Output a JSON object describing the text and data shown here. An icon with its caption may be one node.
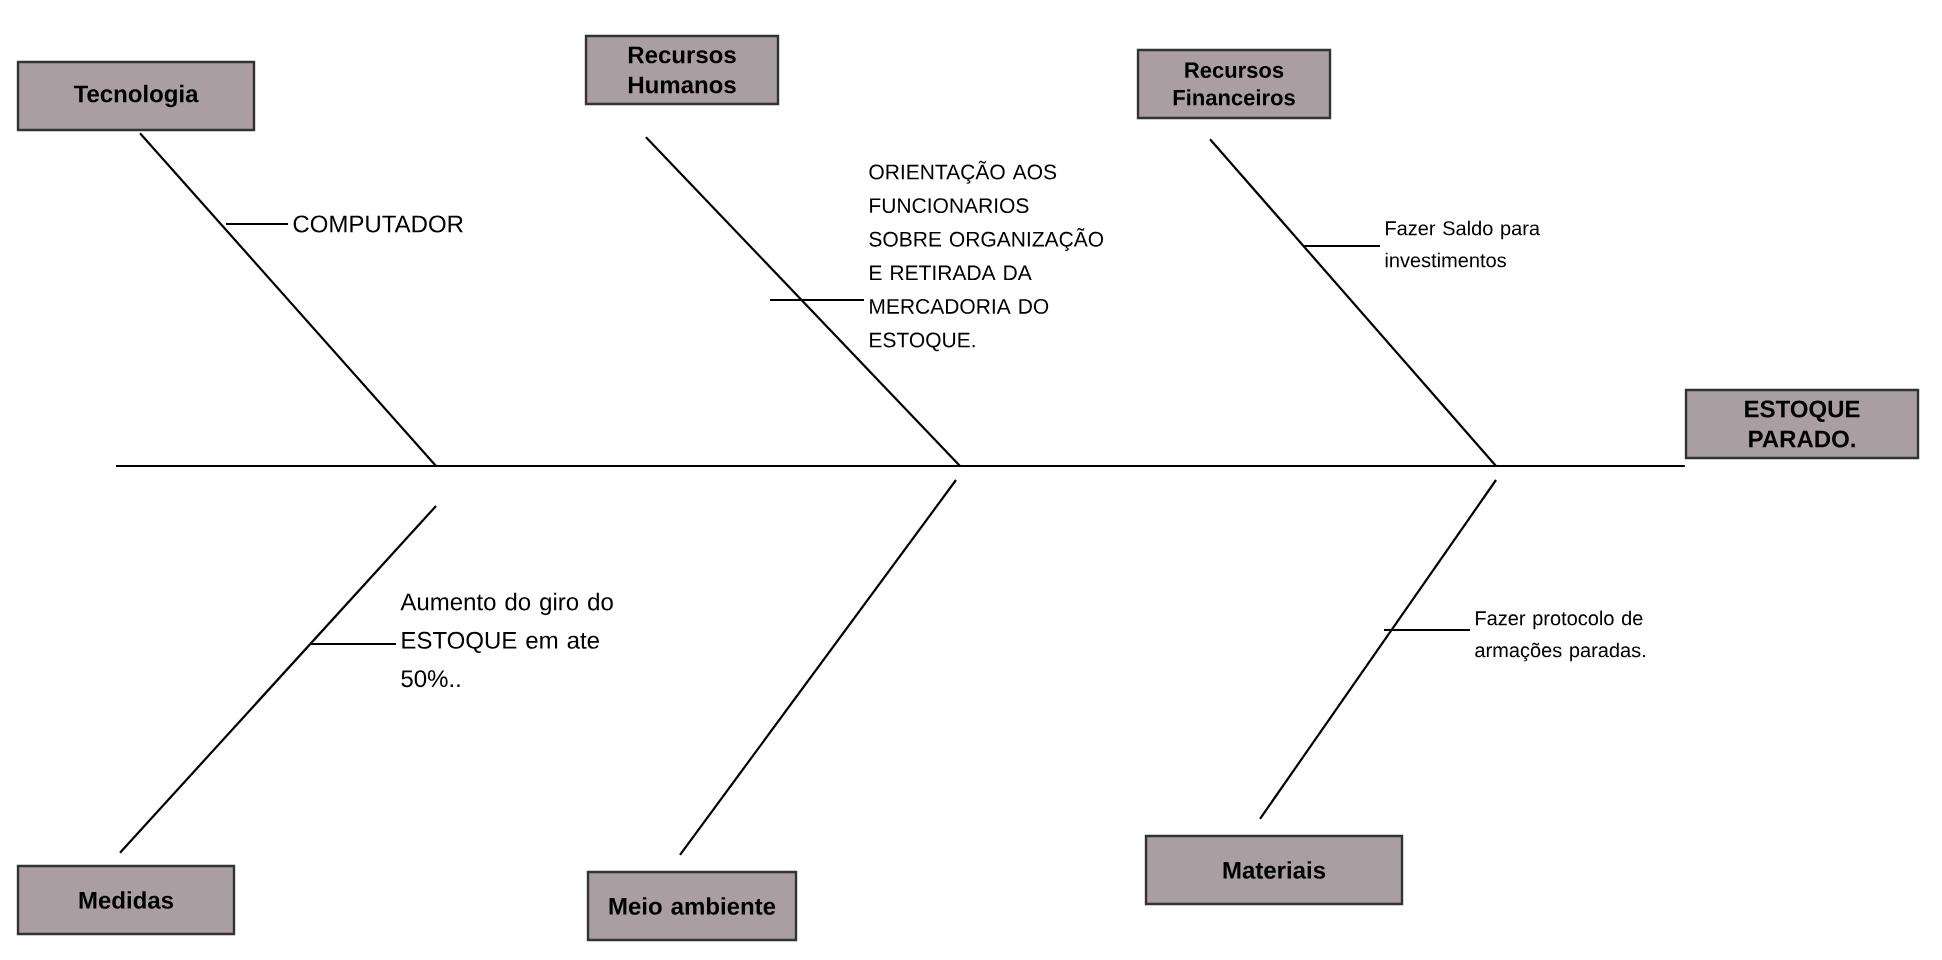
{
  "diagram": {
    "nodes": [
      {
        "text": [
          "Tecnologia"
        ]
      },
      {
        "text": [
          "Recursos Humanos"
        ]
      },
      {
        "text": [
          "Recursos Financeiros"
        ]
      },
      {
        "text": [
          "COMPUTADOR"
        ]
      },
      {
        "text": [
          "ORIENTAÇÃO AOS FUNCIONARIOS SOBRE ORGANIZAÇÃO E RETIRADA DA MERCADORIA DO ESTOQUE."
        ]
      },
      {
        "text": [
          "Fazer Saldo para investimentos"
        ]
      },
      {
        "text": [
          "ESTOQUE PARADO."
        ]
      },
      {
        "text": [
          "Aumento do giro do ESTOQUE em ate 50%.."
        ]
      },
      {
        "text": [
          "Fazer protocolo de armações paradas."
        ]
      },
      {
        "text": [
          "Medidas"
        ]
      },
      {
        "text": [
          "Meio ambiente"
        ]
      },
      {
        "text": [
          "Materiais"
        ]
      }
    ],
    "edges": [
      {
        "from": null,
        "to": 6,
        "arrow": "none"
      },
      {
        "from": 0,
        "to": null,
        "arrow": "none"
      },
      {
        "from": 1,
        "to": null,
        "arrow": "none"
      },
      {
        "from": 2,
        "to": null,
        "arrow": "none"
      },
      {
        "from": 9,
        "to": null,
        "arrow": "none"
      },
      {
        "from": 10,
        "to": null,
        "arrow": "none"
      },
      {
        "from": 11,
        "to": null,
        "arrow": "none"
      },
      {
        "from": 3,
        "to": null,
        "arrow": "none"
      },
      {
        "from": 4,
        "to": null,
        "arrow": "none"
      },
      {
        "from": 5,
        "to": null,
        "arrow": "none"
      },
      {
        "from": 7,
        "to": null,
        "arrow": "none"
      },
      {
        "from": 8,
        "to": null,
        "arrow": "none"
      }
    ]
  }
}
